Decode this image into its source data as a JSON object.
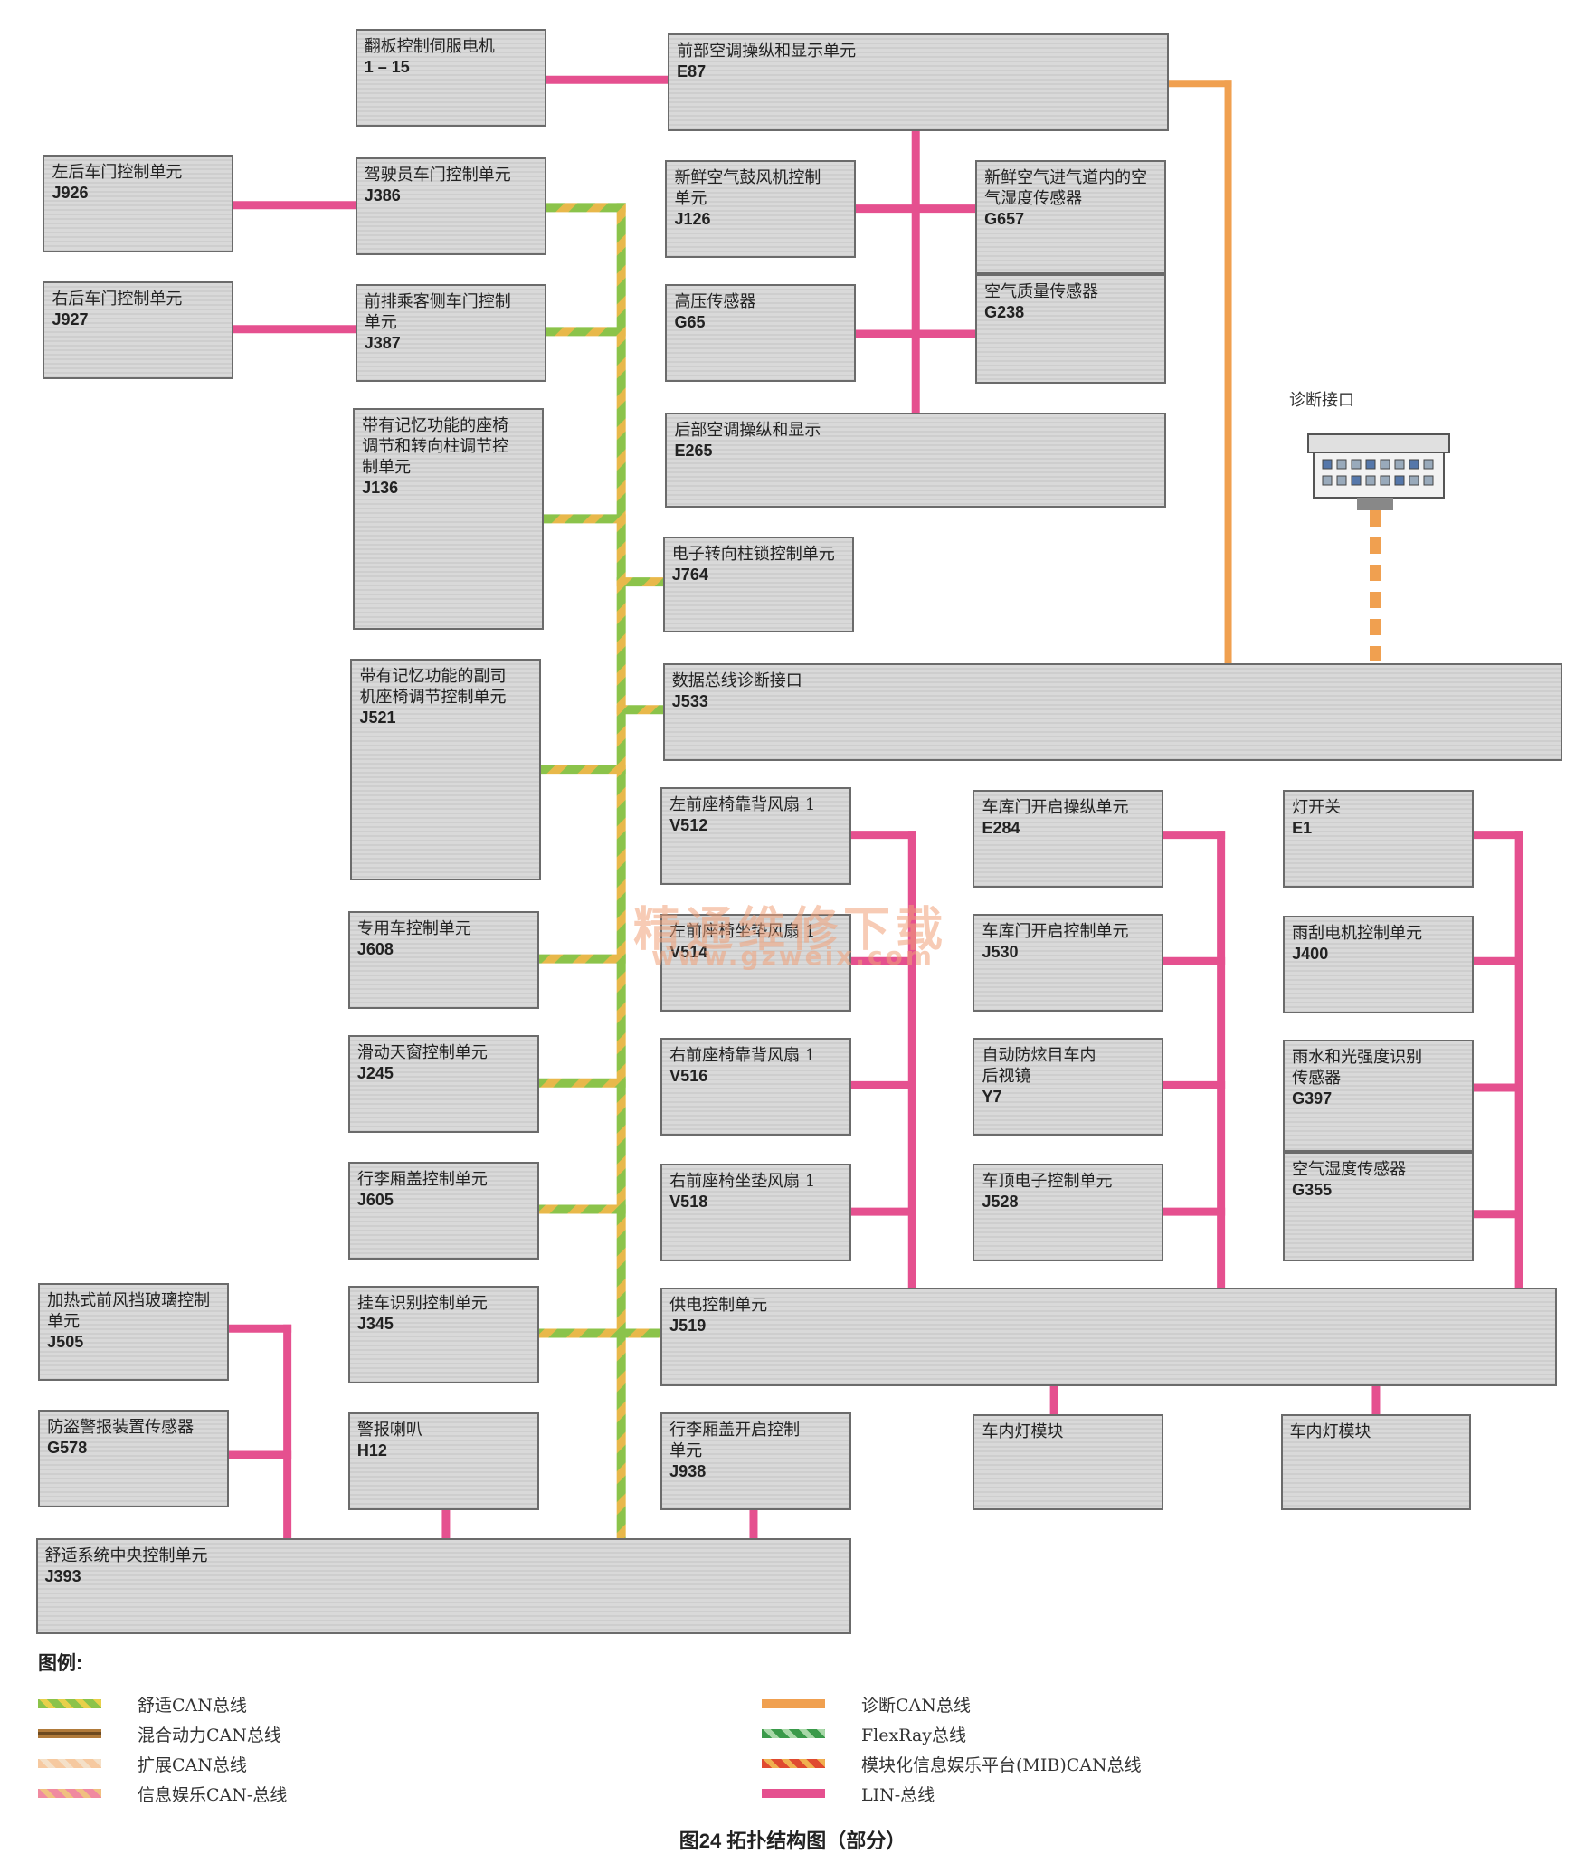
{
  "colors": {
    "comfort_can": "#8bc34a",
    "comfort_can_stripe": "#e8b84a",
    "lin_bus": "#e5508f",
    "diagnostic_can": "#f0a050",
    "hybrid_can": "#b07a3a",
    "extended_can": "#f6c9a0",
    "infotainment_can": "#f08aa0",
    "flexray": "#3a9a4a",
    "mib_can": "#e04a30",
    "box_fill": "#d6d6d6",
    "box_border": "#6b6b6b"
  },
  "modules": [
    {
      "id": "flap_servo",
      "name": "翻板控制伺服电机",
      "code": "1 – 15"
    },
    {
      "id": "e87",
      "name": "前部空调操纵和显示单元",
      "code": "E87"
    },
    {
      "id": "j926",
      "name": "左后车门控制单元",
      "code": "J926"
    },
    {
      "id": "j386",
      "name": "驾驶员车门控制单元",
      "code": "J386"
    },
    {
      "id": "j126",
      "name": "新鲜空气鼓风机控制\n单元",
      "code": "J126"
    },
    {
      "id": "g657",
      "name": "新鲜空气进气道内的空\n气湿度传感器",
      "code": "G657"
    },
    {
      "id": "j927",
      "name": "右后车门控制单元",
      "code": "J927"
    },
    {
      "id": "j387",
      "name": "前排乘客侧车门控制\n单元",
      "code": "J387"
    },
    {
      "id": "g65",
      "name": "高压传感器",
      "code": "G65"
    },
    {
      "id": "g238",
      "name": "空气质量传感器",
      "code": "G238"
    },
    {
      "id": "j136",
      "name": "带有记忆功能的座椅\n调节和转向柱调节控\n制单元",
      "code": "J136"
    },
    {
      "id": "e265",
      "name": "后部空调操纵和显示",
      "code": "E265"
    },
    {
      "id": "j764",
      "name": "电子转向柱锁控制单元",
      "code": "J764"
    },
    {
      "id": "j521",
      "name": "带有记忆功能的副司\n机座椅调节控制单元",
      "code": "J521"
    },
    {
      "id": "j533",
      "name": "数据总线诊断接口",
      "code": "J533"
    },
    {
      "id": "v512",
      "name": "左前座椅靠背风扇 1",
      "code": "V512"
    },
    {
      "id": "e284",
      "name": "车库门开启操纵单元",
      "code": "E284"
    },
    {
      "id": "e1",
      "name": "灯开关",
      "code": "E1"
    },
    {
      "id": "j608",
      "name": "专用车控制单元",
      "code": "J608"
    },
    {
      "id": "v514",
      "name": "左前座椅坐垫风扇 1",
      "code": "V514"
    },
    {
      "id": "j530",
      "name": "车库门开启控制单元",
      "code": "J530"
    },
    {
      "id": "j400",
      "name": "雨刮电机控制单元",
      "code": "J400"
    },
    {
      "id": "j245",
      "name": "滑动天窗控制单元",
      "code": "J245"
    },
    {
      "id": "v516",
      "name": "右前座椅靠背风扇 1",
      "code": "V516"
    },
    {
      "id": "y7",
      "name": "自动防炫目车内\n后视镜",
      "code": "Y7"
    },
    {
      "id": "g397",
      "name": "雨水和光强度识别\n传感器",
      "code": "G397"
    },
    {
      "id": "j605",
      "name": "行李厢盖控制单元",
      "code": "J605"
    },
    {
      "id": "v518",
      "name": "右前座椅坐垫风扇 1",
      "code": "V518"
    },
    {
      "id": "j528",
      "name": "车顶电子控制单元",
      "code": "J528"
    },
    {
      "id": "g355",
      "name": "空气湿度传感器",
      "code": "G355"
    },
    {
      "id": "j505",
      "name": "加热式前风挡玻璃控制\n单元",
      "code": "J505"
    },
    {
      "id": "j345",
      "name": "挂车识别控制单元",
      "code": "J345"
    },
    {
      "id": "j519",
      "name": "供电控制单元",
      "code": "J519"
    },
    {
      "id": "g578",
      "name": "防盗警报装置传感器",
      "code": "G578"
    },
    {
      "id": "h12",
      "name": "警报喇叭",
      "code": "H12"
    },
    {
      "id": "j938",
      "name": "行李厢盖开启控制\n单元",
      "code": "J938"
    },
    {
      "id": "lamp1",
      "name": "车内灯模块",
      "code": ""
    },
    {
      "id": "lamp2",
      "name": "车内灯模块",
      "code": ""
    },
    {
      "id": "j393",
      "name": "舒适系统中央控制单元",
      "code": "J393"
    }
  ],
  "diagnostic_connector_label": "诊断接口",
  "watermark": {
    "line1": "精通维修下载",
    "line2": "www.gzweix.com"
  },
  "legend": {
    "title": "图例:",
    "items": [
      {
        "label": "舒适CAN总线",
        "style": "comfort"
      },
      {
        "label": "混合动力CAN总线",
        "style": "hybrid"
      },
      {
        "label": "扩展CAN总线",
        "style": "extended"
      },
      {
        "label": "信息娱乐CAN-总线",
        "style": "infotainment"
      },
      {
        "label": "诊断CAN总线",
        "style": "diagnostic"
      },
      {
        "label": "FlexRay总线",
        "style": "flexray"
      },
      {
        "label": "模块化信息娱乐平台(MIB)CAN总线",
        "style": "mib"
      },
      {
        "label": "LIN-总线",
        "style": "lin"
      }
    ]
  },
  "caption": "图24  拓扑结构图（部分）"
}
